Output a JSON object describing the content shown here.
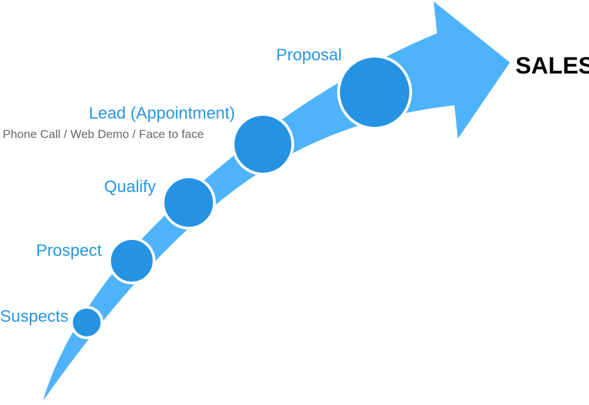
{
  "colors": {
    "arrow": "#4fb3fb",
    "stage": "#2592e2",
    "label": "#2a95e0",
    "sub": "#666666"
  },
  "stages": [
    {
      "label": "Suspects"
    },
    {
      "label": "Prospect"
    },
    {
      "label": "Qualify"
    },
    {
      "label": "Lead (Appointment)",
      "sublabel": "Phone Call / Web Demo / Face to face"
    },
    {
      "label": "Proposal"
    }
  ],
  "goal": "SALES"
}
